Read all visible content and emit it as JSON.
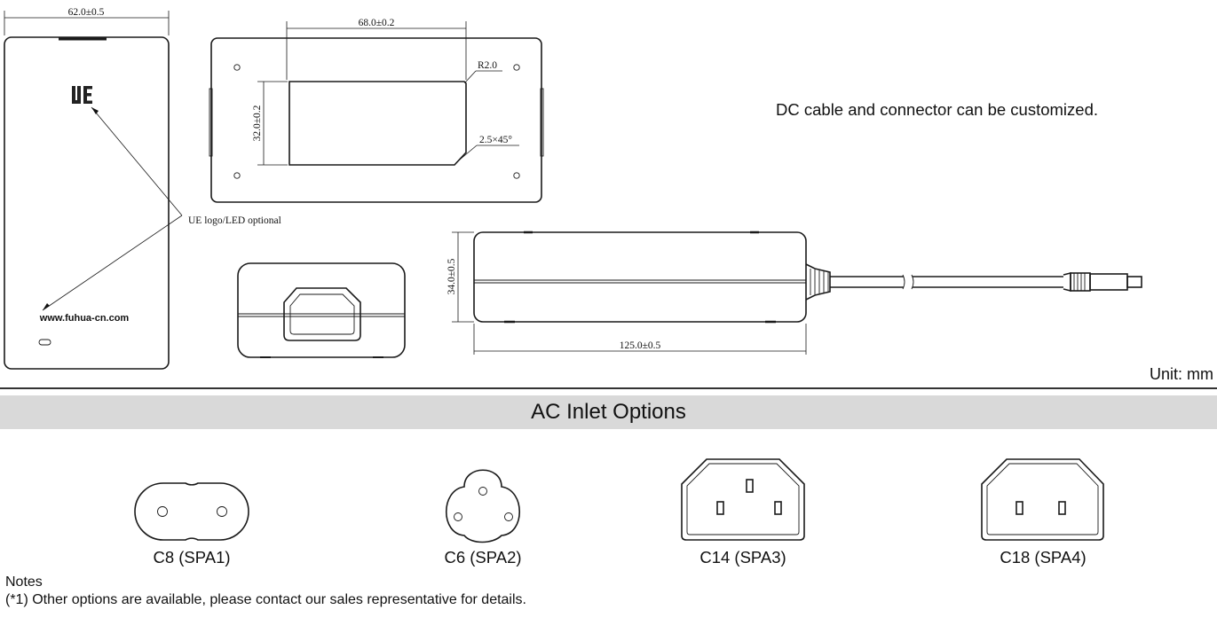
{
  "drawing": {
    "dim_width_side": "62.0±0.5",
    "dim_length_inner": "68.0±0.2",
    "dim_height_inner": "32.0±0.2",
    "radius_label": "R2.0",
    "chamfer_label": "2.5×45°",
    "logo_text": "UE",
    "logo_callout": "UE logo/LED optional",
    "website": "www.fuhua-cn.com",
    "dim_height_side": "34.0±0.5",
    "dim_length_side": "125.0±0.5",
    "custom_note": "DC cable and connector can be customized.",
    "unit": "Unit: mm"
  },
  "section": {
    "title": "AC Inlet Options"
  },
  "inlets": [
    {
      "label": "C8 (SPA1)"
    },
    {
      "label": "C6 (SPA2)"
    },
    {
      "label": "C14 (SPA3)"
    },
    {
      "label": "C18 (SPA4)"
    }
  ],
  "notes": {
    "title": "Notes",
    "items": [
      "(*1) Other options are available, please contact our sales representative for details."
    ]
  }
}
